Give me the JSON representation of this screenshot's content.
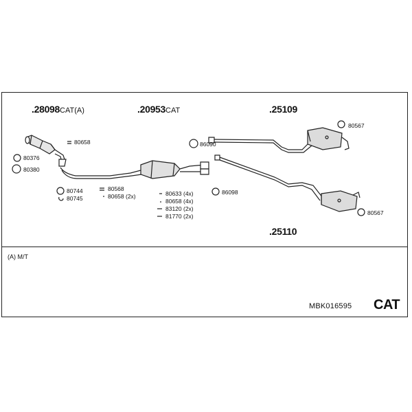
{
  "parts": {
    "p28098": {
      "number": "28098",
      "suffix": "CAT(A)"
    },
    "p20953": {
      "number": "20953",
      "suffix": "CAT"
    },
    "p25109": {
      "number": "25109"
    },
    "p25110": {
      "number": "25110"
    }
  },
  "small_parts": {
    "s80658a": "80658",
    "s80376": "80376",
    "s80380": "80380",
    "s80744": "80744",
    "s80745": "80745",
    "s80568": "80568",
    "s80658b": "80658 (2x)",
    "s80633": "80633 (4x)",
    "s80658c": "80658 (4x)",
    "s83120": "83120 (2x)",
    "s81770": "81770 (2x)",
    "s86090": "86090",
    "s86098": "86098",
    "s80567a": "80567",
    "s80567b": "80567"
  },
  "footnote": "(A) M/T",
  "kit_code": "MBK016595",
  "kit_type": "CAT"
}
